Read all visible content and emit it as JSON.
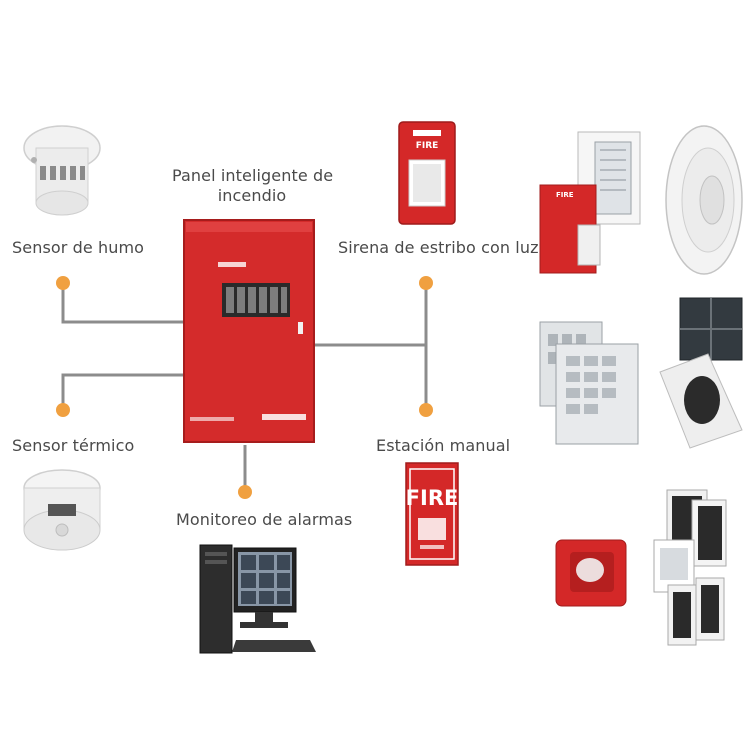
{
  "labels": {
    "smoke_sensor": "Sensor de humo",
    "panel_line1": "Panel inteligente de",
    "panel_line2": "incendio",
    "siren": "Sirena de estribo con luz",
    "thermal_sensor": "Sensor térmico",
    "manual_station": "Estación manual",
    "alarm_monitoring": "Monitoreo de alarmas"
  },
  "device_text": {
    "siren_fire": "FIRE",
    "station_fire": "FIRE",
    "red_station_fire": "FIRE"
  },
  "colors": {
    "connector_line": "#8c8c8c",
    "node_dot": "#f0a040",
    "panel_red": "#d42b2b",
    "label_text": "#4a4a4a"
  }
}
